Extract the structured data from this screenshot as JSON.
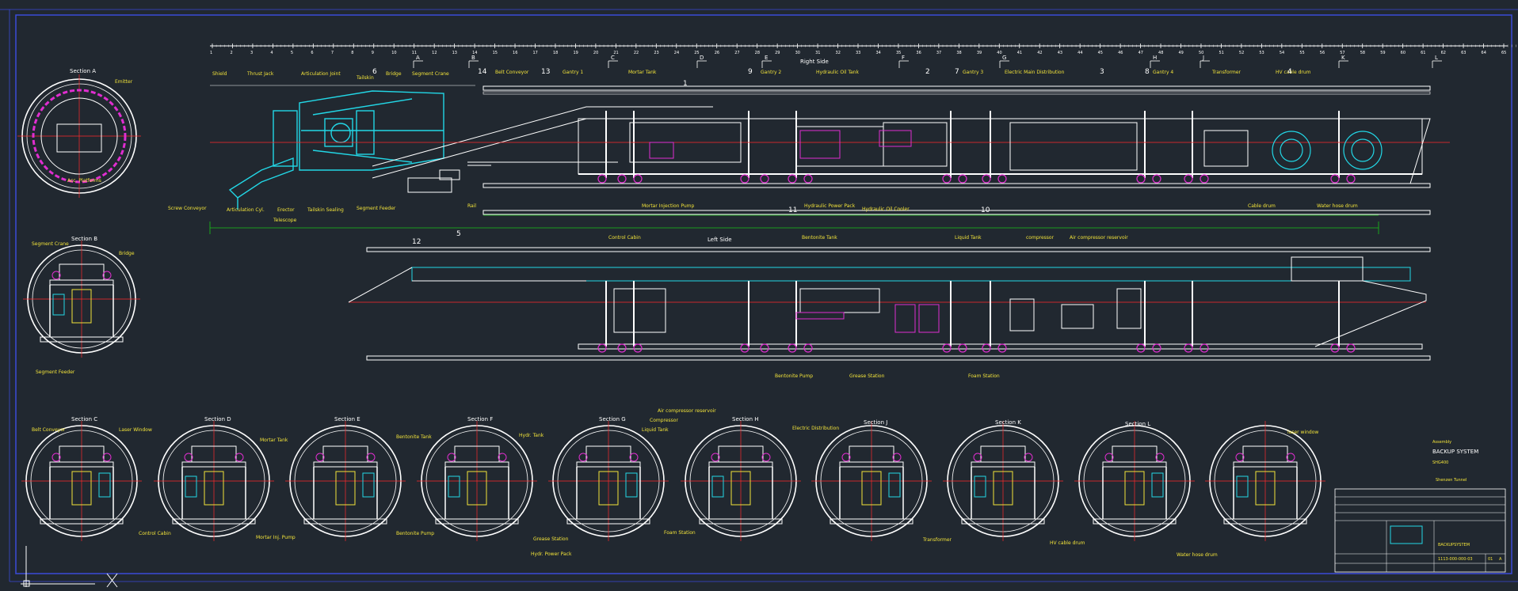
{
  "views": {
    "right_side": "Right Side",
    "left_side": "Left Side"
  },
  "sections": [
    "Section A",
    "Section B",
    "Section C",
    "Section D",
    "Section E",
    "Section F",
    "Section G",
    "Section H",
    "Section J",
    "Section K",
    "Section L"
  ],
  "ruler_ticks": [
    "1",
    "2",
    "3",
    "4",
    "5",
    "6",
    "7",
    "8",
    "9",
    "10",
    "11",
    "12",
    "13",
    "14",
    "15",
    "16",
    "17",
    "18",
    "19",
    "20",
    "21",
    "22",
    "23",
    "24",
    "25",
    "26",
    "27",
    "28",
    "29",
    "30",
    "31",
    "32",
    "33",
    "34",
    "35",
    "36",
    "37",
    "38",
    "39",
    "40",
    "41",
    "42",
    "43",
    "44",
    "45",
    "46",
    "47",
    "48",
    "49",
    "50",
    "51",
    "52",
    "53",
    "54",
    "55",
    "56",
    "57",
    "58",
    "59",
    "60",
    "61",
    "62",
    "63",
    "64",
    "65"
  ],
  "section_markers": [
    "A",
    "B",
    "C",
    "D",
    "E",
    "F",
    "G",
    "H",
    "J",
    "K",
    "L"
  ],
  "right_labels": {
    "shield": "Shield",
    "thrust_jack": "Thrust Jack",
    "articulation_joint": "Articulation Joint",
    "tailskin": "Tailskin",
    "bridge": "Bridge",
    "segment_crane": "Segment Crane",
    "belt_conveyor": "Belt Conveyor",
    "mortar_tank": "Mortar Tank",
    "gantry_1": "Gantry 1",
    "gantry_2": "Gantry 2",
    "hydraulic_oil_tank": "Hydraulic Oil Tank",
    "gantry_3": "Gantry 3",
    "electric_main_distribution": "Electric Main Distribution",
    "gantry_4": "Gantry 4",
    "transformer": "Transformer",
    "hv_cable_drum": "HV cable drum",
    "screw_conveyor": "Screw Conveyor",
    "articulation_cyl": "Articulation Cyl.",
    "erector": "Erector",
    "telescope": "Telescope",
    "tailskin_sealing": "Tailskin Sealing",
    "segment_feeder": "Segment Feeder",
    "rail": "Rail",
    "mortar_injection_pump": "Mortar Injection Pump",
    "hydraulic_power_pack": "Hydraulic Power Pack",
    "hydraulic_oil_cooler": "Hydraulic Oil Cooler",
    "cable_drum": "Cable drum",
    "water_hose_drum": "Water hose drum"
  },
  "left_labels": {
    "control_cabin": "Control Cabin",
    "bentonite_tank": "Bentonite Tank",
    "liquid_tank": "Liquid Tank",
    "compressor": "compressor",
    "air_compressor_reservoir": "Air compressor reservoir",
    "bentonite_pump": "Bentonite Pump",
    "grease_station": "Grease Station",
    "foam_station": "Foam Station"
  },
  "section_labels": {
    "a_emitter": "Emitter",
    "a_platform": "Acc. Platforms",
    "b_segment_crane": "Segment Crane",
    "b_bridge": "Bridge",
    "b_segment_feeder": "Segment Feeder",
    "c_belt_conveyor": "Belt Conveyor",
    "c_laser_window": "Laser Window",
    "c_control_cabin": "Control Cabin",
    "d_mortar_tank": "Mortar Tank",
    "d_mortar_inj_pump": "Mortar Inj. Pump",
    "e_bentonite_tank": "Bentonite Tank",
    "e_bentonite_pump": "Bentonite Pump",
    "f_hydr_tank": "Hydr. Tank",
    "f_grease_station": "Grease Station",
    "f_hydr_power_pack": "Hydr. Power Pack",
    "g_air_compressor_reservoir": "Air compressor reservoir",
    "g_compressor": "Compressor",
    "g_liquid_tank": "Liquid Tank",
    "g_foam_station": "Foam Station",
    "h_electric_distribution": "Electric Distribution",
    "j_transformer": "Transformer",
    "k_hv_cable_drum": "HV cable drum",
    "l_water_hose_drum": "Water hose drum",
    "l_laser_window": "laser window"
  },
  "callouts": [
    "1",
    "2",
    "3",
    "4",
    "5",
    "6",
    "7",
    "8",
    "9",
    "10",
    "11",
    "12",
    "13",
    "14"
  ],
  "title_block": {
    "assembly_label": "Assembly",
    "title": "BACKUP SYSTEM",
    "subtitle": "SHG400",
    "project": "Shenzen Tunnel",
    "drawing_no": "1113-000-000-03",
    "sheet": "01",
    "revision": "A",
    "description": "BACKUPSYSTEM"
  },
  "colors": {
    "background": "#212830",
    "frame": "#3a4ad8",
    "structure": "#ffffff",
    "machine": "#22d7e6",
    "labels": "#f2e33a",
    "dimensions": "#19c219",
    "centerline": "#ff2a2a",
    "equipment": "#e02ed0"
  }
}
